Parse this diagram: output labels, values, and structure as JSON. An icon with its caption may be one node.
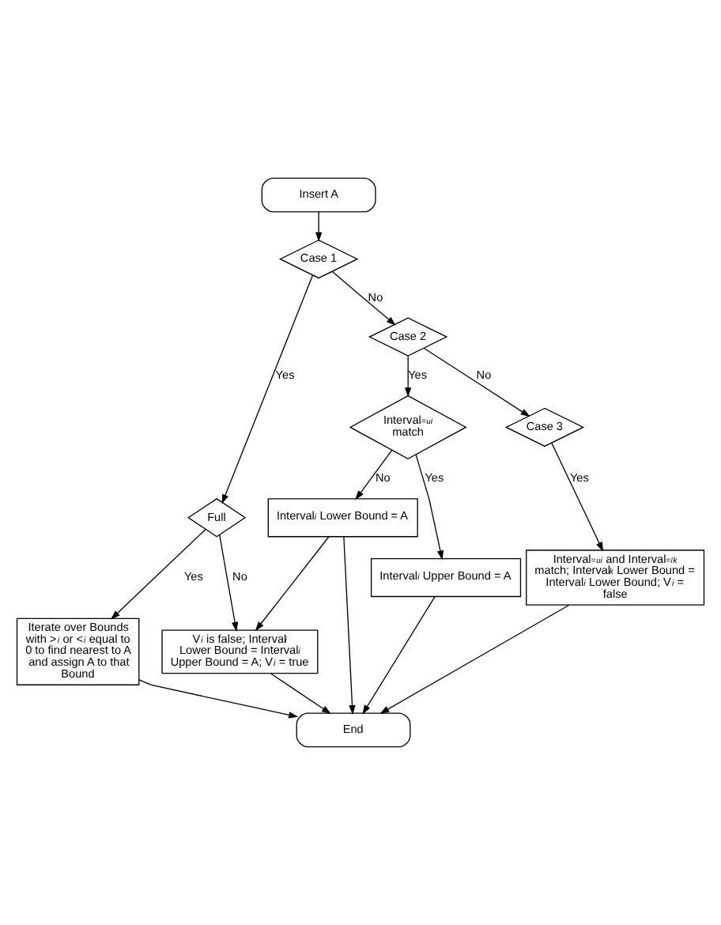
{
  "diagram": {
    "nodes": [
      {
        "text": [
          "Insert A"
        ]
      },
      {
        "text": [
          "Case 1"
        ]
      },
      {
        "text": [
          "Full"
        ]
      },
      {
        "text": [
          "Case 2"
        ]
      },
      {
        "text": [
          "Iterate over Bounds with >$_{i}$ or <$_{i}$ equal to 0 to find nearest to A and assign A to that Bound"
        ]
      },
      {
        "text": [
          "Interval$_{=}$$^{u}$$_{i}$ match"
        ]
      },
      {
        "text": [
          "Case 3"
        ]
      },
      {
        "text": [
          "Interval$_{i}$ Lower Bound = A"
        ]
      },
      {
        "text": [
          "V$_{i}$ is false; Interval$_{i}$ Lower Bound = Interval$_{i}$ Upper Bound = A; V$_{i}$ = true"
        ]
      },
      {
        "text": [
          "Interval$_{i}$ Upper Bound = A"
        ]
      },
      {
        "text": [
          "Interval$_{=}$$^{u}$$_{i}$ and Interval$_{=}$$^{l}$$_{k}$ match; Interval$_{k}$ Lower Bound = Interval$_{i}$ Lower Bound; V$_{i}$ = false"
        ]
      },
      {
        "text": [
          "End"
        ]
      }
    ],
    "edges": [
      {
        "from": 0,
        "to": 1,
        "arrow": "to"
      },
      {
        "from": 1,
        "to": 2,
        "arrow": "to",
        "label": "Yes"
      },
      {
        "from": 1,
        "to": 3,
        "arrow": "to",
        "label": "No"
      },
      {
        "from": 2,
        "to": 4,
        "arrow": "to",
        "label": "Yes"
      },
      {
        "from": 2,
        "to": 8,
        "arrow": "to",
        "label": "No"
      },
      {
        "from": 3,
        "to": 5,
        "arrow": "to",
        "label": "Yes"
      },
      {
        "from": 3,
        "to": 6,
        "arrow": "to",
        "label": "No"
      },
      {
        "from": 5,
        "to": 7,
        "arrow": "to",
        "label": "No"
      },
      {
        "from": 5,
        "to": 9,
        "arrow": "to",
        "label": "Yes"
      },
      {
        "from": 7,
        "to": 8,
        "arrow": "to"
      },
      {
        "from": 6,
        "to": 10,
        "arrow": "to",
        "label": "Yes"
      },
      {
        "from": 4,
        "to": 11,
        "arrow": "to"
      },
      {
        "from": 8,
        "to": 11,
        "arrow": "to"
      },
      {
        "from": 7,
        "to": 11,
        "arrow": "to"
      },
      {
        "from": 9,
        "to": 11,
        "arrow": "to"
      },
      {
        "from": 10,
        "to": 11,
        "arrow": "to"
      }
    ]
  }
}
